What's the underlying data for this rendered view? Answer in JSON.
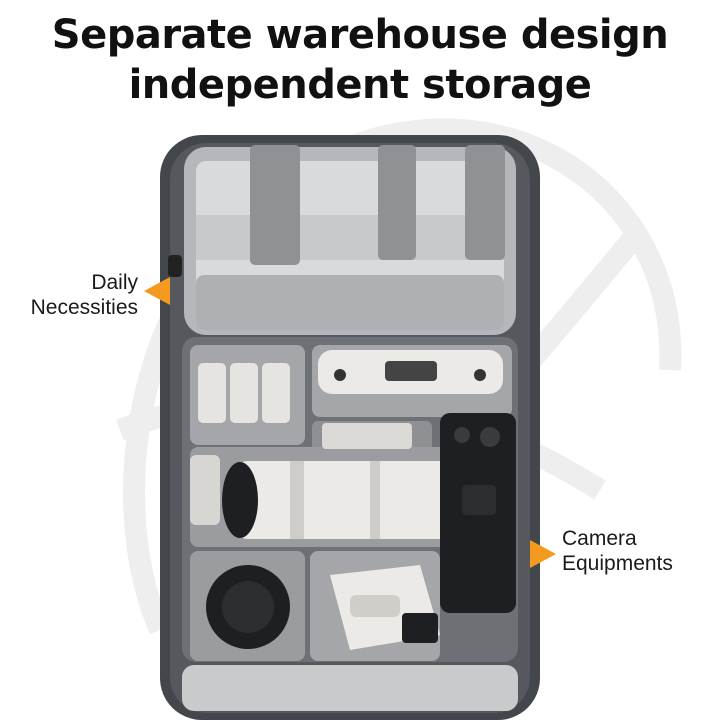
{
  "headline": {
    "line1": "Separate warehouse design",
    "line2": "independent storage"
  },
  "callouts": {
    "top": {
      "line1": "Daily",
      "line2": "Necessities"
    },
    "bottom": {
      "line1": "Camera",
      "line2": "Equipments"
    }
  },
  "colors": {
    "accent": "#f39a1f",
    "bag_body": "#4a4d52",
    "compartment": "#9a9ca0",
    "product_white": "#eceae6",
    "dark_gear": "#1e1f22"
  }
}
